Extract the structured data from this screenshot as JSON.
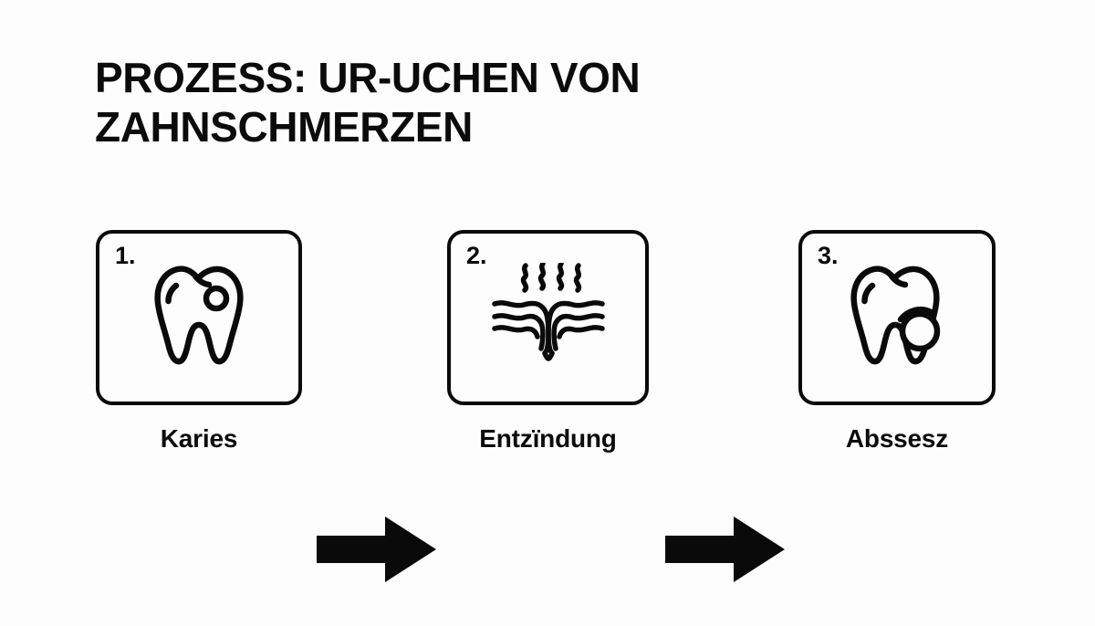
{
  "slide": {
    "background_color": "#fdfdfd",
    "ink_color": "#0a0a0a",
    "title": {
      "line1": "PROZESS: UR-UCHEN VON",
      "line2": "ZAHNSCHMERZEN"
    },
    "steps": [
      {
        "number": "1.",
        "label": "Karies",
        "icon": "tooth-with-cavity-icon"
      },
      {
        "number": "2.",
        "label": "Entzïndung",
        "icon": "inflamed-pore-waves-icon"
      },
      {
        "number": "3.",
        "label": "Abssesz",
        "icon": "tooth-with-abscess-icon"
      }
    ],
    "connectors": [
      {
        "name": "arrow-right-icon"
      },
      {
        "name": "arrow-right-icon"
      }
    ]
  }
}
